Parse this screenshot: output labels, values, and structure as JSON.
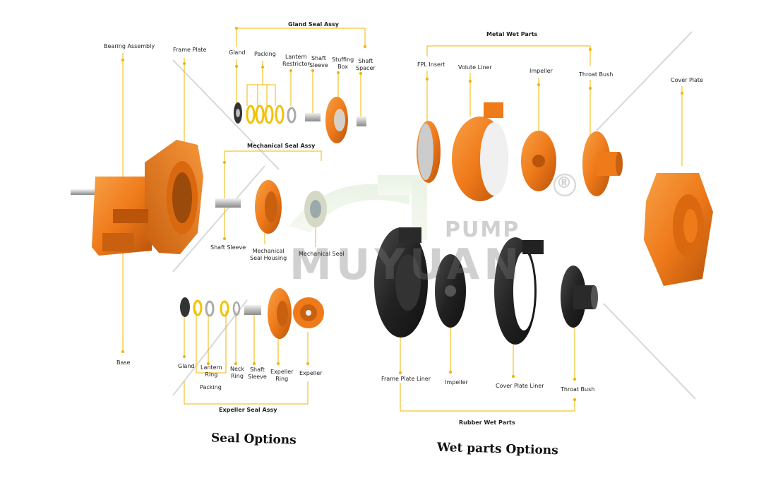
{
  "watermark": {
    "word_top": "PUMP",
    "word_main": "MUYUAN",
    "mark": "®"
  },
  "colors": {
    "orange": "#ef7a1a",
    "orange_dark": "#c75c0c",
    "black_part": "#2a2a2a",
    "leader": "#f0b400",
    "steel": "#c8c8c8"
  },
  "groups": {
    "gland_seal": "Gland Seal Assy",
    "metal_wet": "Metal Wet Parts",
    "mechanical_seal": "Mechanical Seal Assy",
    "expeller_seal": "Expeller Seal Assy",
    "rubber_wet": "Rubber Wet Parts"
  },
  "labels": {
    "bearing_assembly": "Bearing Assembly",
    "frame_plate": "Frame Plate",
    "base": "Base",
    "cover_plate": "Cover Plate",
    "gs_gland": "Gland",
    "gs_packing": "Packing",
    "gs_lantern_l1": "Lantern",
    "gs_lantern_l2": "Restrictor",
    "gs_shaft_l1": "Shaft",
    "gs_shaft_l2": "Sleeve",
    "gs_stuffing_l1": "Stuffing",
    "gs_stuffing_l2": "Box",
    "gs_spacer_l1": "Shaft",
    "gs_spacer_l2": "Spacer",
    "ms_shaft_sleeve": "Shaft Sleeve",
    "ms_housing_l1": "Mechanical",
    "ms_housing_l2": "Seal Housing",
    "ms_seal": "Mechanical Seal",
    "es_gland": "Gland",
    "es_lantern_l1": "Lantern",
    "es_lantern_l2": "Ring",
    "es_packing": "Packing",
    "es_neck_l1": "Neck",
    "es_neck_l2": "Ring",
    "es_shaft_l1": "Shaft",
    "es_shaft_l2": "Sleeve",
    "es_expring_l1": "Expeller",
    "es_expring_l2": "Ring",
    "es_expeller": "Expeller",
    "mw_fpl": "FPL Insert",
    "mw_volute": "Volute Liner",
    "mw_impeller": "Impeller",
    "mw_throat": "Throat Bush",
    "rw_frame_liner": "Frame Plate Liner",
    "rw_impeller": "Impeller",
    "rw_cover_liner": "Cover Plate Liner",
    "rw_throat": "Throat Bush"
  },
  "captions": {
    "seal": "Seal Options",
    "wet": "Wet parts Options"
  }
}
